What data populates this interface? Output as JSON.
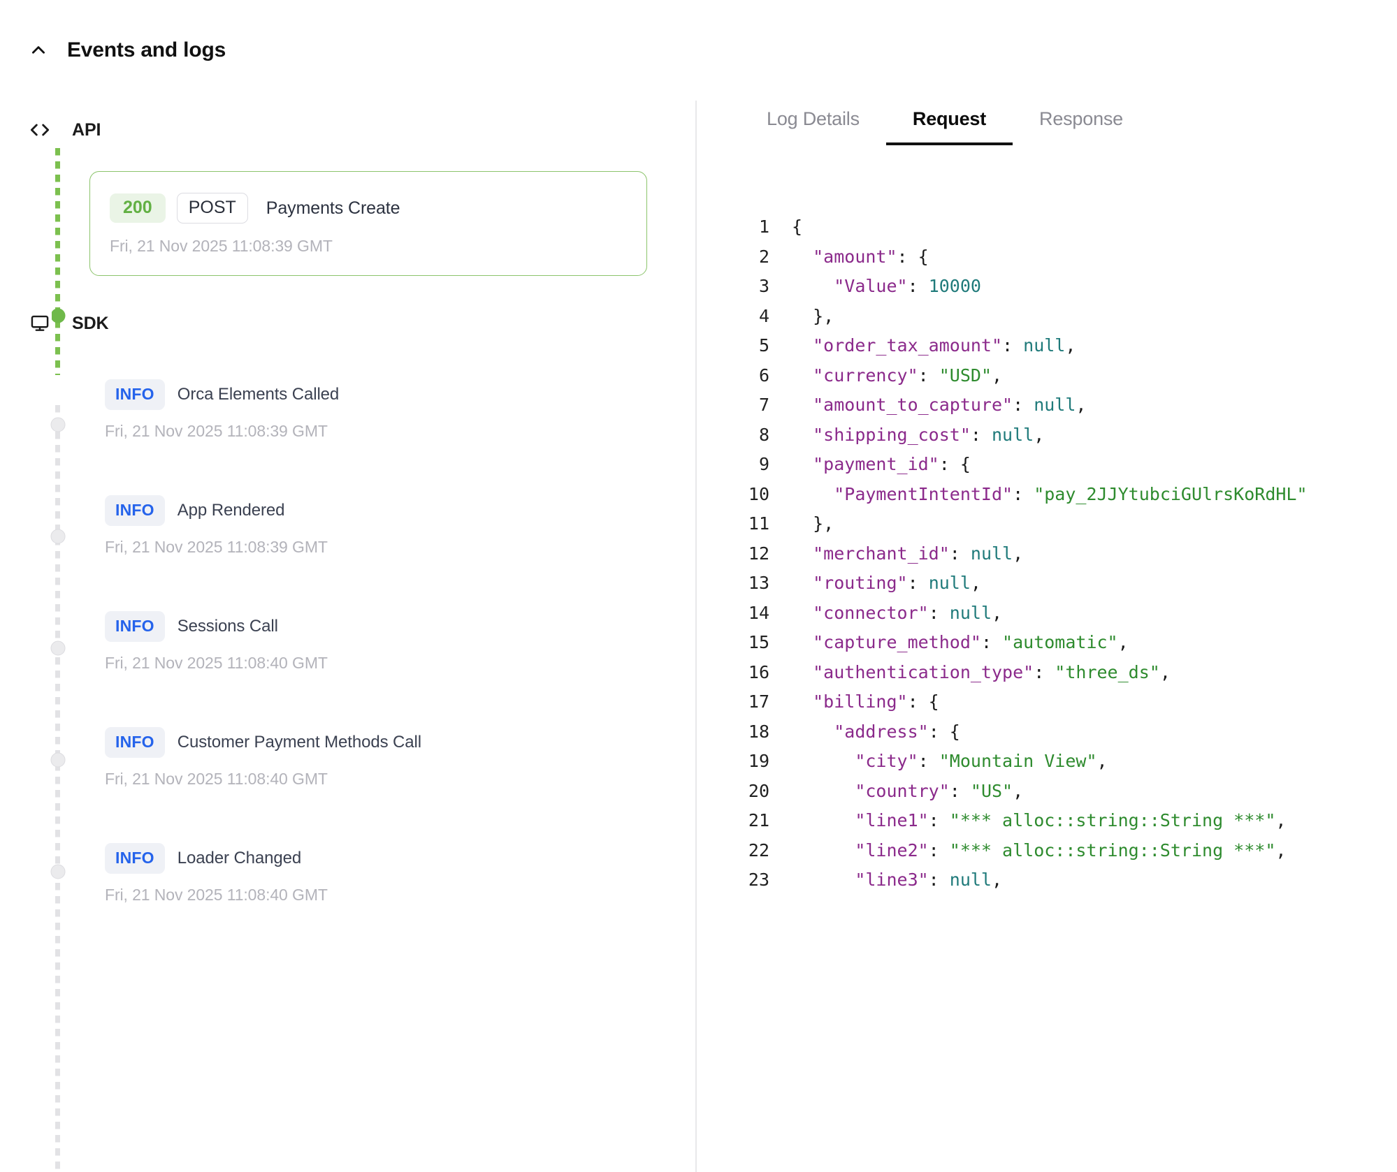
{
  "header": {
    "title": "Events and logs",
    "collapse_icon": "chevron-up-icon"
  },
  "timeline": {
    "groups": [
      {
        "id": "api",
        "label": "API",
        "icon": "code-brackets-icon",
        "rail_color": "#7cc04f",
        "entries": [
          {
            "status": "200",
            "method": "POST",
            "name": "Payments Create",
            "timestamp": "Fri, 21 Nov 2025 11:08:39 GMT",
            "selected": true,
            "dot_color": "#6fb94a"
          }
        ]
      },
      {
        "id": "sdk",
        "label": "SDK",
        "icon": "monitor-icon",
        "rail_color": "#e2e2e5",
        "entries": [
          {
            "level": "INFO",
            "name": "Orca Elements Called",
            "timestamp": "Fri, 21 Nov 2025 11:08:39 GMT"
          },
          {
            "level": "INFO",
            "name": "App Rendered",
            "timestamp": "Fri, 21 Nov 2025 11:08:39 GMT"
          },
          {
            "level": "INFO",
            "name": "Sessions Call",
            "timestamp": "Fri, 21 Nov 2025 11:08:40 GMT"
          },
          {
            "level": "INFO",
            "name": "Customer Payment Methods Call",
            "timestamp": "Fri, 21 Nov 2025 11:08:40 GMT"
          },
          {
            "level": "INFO",
            "name": "Loader Changed",
            "timestamp": "Fri, 21 Nov 2025 11:08:40 GMT"
          }
        ]
      }
    ]
  },
  "details": {
    "tabs": [
      {
        "label": "Log Details",
        "active": false
      },
      {
        "label": "Request",
        "active": true
      },
      {
        "label": "Response",
        "active": false
      }
    ],
    "code": {
      "language": "json",
      "lines": [
        {
          "n": "1",
          "tokens": [
            {
              "t": "punct",
              "v": "{"
            }
          ]
        },
        {
          "n": "2",
          "tokens": [
            {
              "t": "punct",
              "v": "  "
            },
            {
              "t": "key",
              "v": "\"amount\""
            },
            {
              "t": "punct",
              "v": ": {"
            }
          ]
        },
        {
          "n": "3",
          "tokens": [
            {
              "t": "punct",
              "v": "    "
            },
            {
              "t": "key",
              "v": "\"Value\""
            },
            {
              "t": "punct",
              "v": ": "
            },
            {
              "t": "num",
              "v": "10000"
            }
          ]
        },
        {
          "n": "4",
          "tokens": [
            {
              "t": "punct",
              "v": "  },"
            }
          ]
        },
        {
          "n": "5",
          "tokens": [
            {
              "t": "punct",
              "v": "  "
            },
            {
              "t": "key",
              "v": "\"order_tax_amount\""
            },
            {
              "t": "punct",
              "v": ": "
            },
            {
              "t": "null",
              "v": "null"
            },
            {
              "t": "punct",
              "v": ","
            }
          ]
        },
        {
          "n": "6",
          "tokens": [
            {
              "t": "punct",
              "v": "  "
            },
            {
              "t": "key",
              "v": "\"currency\""
            },
            {
              "t": "punct",
              "v": ": "
            },
            {
              "t": "str",
              "v": "\"USD\""
            },
            {
              "t": "punct",
              "v": ","
            }
          ]
        },
        {
          "n": "7",
          "tokens": [
            {
              "t": "punct",
              "v": "  "
            },
            {
              "t": "key",
              "v": "\"amount_to_capture\""
            },
            {
              "t": "punct",
              "v": ": "
            },
            {
              "t": "null",
              "v": "null"
            },
            {
              "t": "punct",
              "v": ","
            }
          ]
        },
        {
          "n": "8",
          "tokens": [
            {
              "t": "punct",
              "v": "  "
            },
            {
              "t": "key",
              "v": "\"shipping_cost\""
            },
            {
              "t": "punct",
              "v": ": "
            },
            {
              "t": "null",
              "v": "null"
            },
            {
              "t": "punct",
              "v": ","
            }
          ]
        },
        {
          "n": "9",
          "tokens": [
            {
              "t": "punct",
              "v": "  "
            },
            {
              "t": "key",
              "v": "\"payment_id\""
            },
            {
              "t": "punct",
              "v": ": {"
            }
          ]
        },
        {
          "n": "10",
          "tokens": [
            {
              "t": "punct",
              "v": "    "
            },
            {
              "t": "key",
              "v": "\"PaymentIntentId\""
            },
            {
              "t": "punct",
              "v": ": "
            },
            {
              "t": "str",
              "v": "\"pay_2JJYtubciGUlrsKoRdHL\""
            }
          ]
        },
        {
          "n": "11",
          "tokens": [
            {
              "t": "punct",
              "v": "  },"
            }
          ]
        },
        {
          "n": "12",
          "tokens": [
            {
              "t": "punct",
              "v": "  "
            },
            {
              "t": "key",
              "v": "\"merchant_id\""
            },
            {
              "t": "punct",
              "v": ": "
            },
            {
              "t": "null",
              "v": "null"
            },
            {
              "t": "punct",
              "v": ","
            }
          ]
        },
        {
          "n": "13",
          "tokens": [
            {
              "t": "punct",
              "v": "  "
            },
            {
              "t": "key",
              "v": "\"routing\""
            },
            {
              "t": "punct",
              "v": ": "
            },
            {
              "t": "null",
              "v": "null"
            },
            {
              "t": "punct",
              "v": ","
            }
          ]
        },
        {
          "n": "14",
          "tokens": [
            {
              "t": "punct",
              "v": "  "
            },
            {
              "t": "key",
              "v": "\"connector\""
            },
            {
              "t": "punct",
              "v": ": "
            },
            {
              "t": "null",
              "v": "null"
            },
            {
              "t": "punct",
              "v": ","
            }
          ]
        },
        {
          "n": "15",
          "tokens": [
            {
              "t": "punct",
              "v": "  "
            },
            {
              "t": "key",
              "v": "\"capture_method\""
            },
            {
              "t": "punct",
              "v": ": "
            },
            {
              "t": "str",
              "v": "\"automatic\""
            },
            {
              "t": "punct",
              "v": ","
            }
          ]
        },
        {
          "n": "16",
          "tokens": [
            {
              "t": "punct",
              "v": "  "
            },
            {
              "t": "key",
              "v": "\"authentication_type\""
            },
            {
              "t": "punct",
              "v": ": "
            },
            {
              "t": "str",
              "v": "\"three_ds\""
            },
            {
              "t": "punct",
              "v": ","
            }
          ]
        },
        {
          "n": "17",
          "tokens": [
            {
              "t": "punct",
              "v": "  "
            },
            {
              "t": "key",
              "v": "\"billing\""
            },
            {
              "t": "punct",
              "v": ": {"
            }
          ]
        },
        {
          "n": "18",
          "tokens": [
            {
              "t": "punct",
              "v": "    "
            },
            {
              "t": "key",
              "v": "\"address\""
            },
            {
              "t": "punct",
              "v": ": {"
            }
          ]
        },
        {
          "n": "19",
          "tokens": [
            {
              "t": "punct",
              "v": "      "
            },
            {
              "t": "key",
              "v": "\"city\""
            },
            {
              "t": "punct",
              "v": ": "
            },
            {
              "t": "str",
              "v": "\"Mountain View\""
            },
            {
              "t": "punct",
              "v": ","
            }
          ]
        },
        {
          "n": "20",
          "tokens": [
            {
              "t": "punct",
              "v": "      "
            },
            {
              "t": "key",
              "v": "\"country\""
            },
            {
              "t": "punct",
              "v": ": "
            },
            {
              "t": "str",
              "v": "\"US\""
            },
            {
              "t": "punct",
              "v": ","
            }
          ]
        },
        {
          "n": "21",
          "tokens": [
            {
              "t": "punct",
              "v": "      "
            },
            {
              "t": "key",
              "v": "\"line1\""
            },
            {
              "t": "punct",
              "v": ": "
            },
            {
              "t": "str",
              "v": "\"*** alloc::string::String ***\""
            },
            {
              "t": "punct",
              "v": ","
            }
          ]
        },
        {
          "n": "22",
          "tokens": [
            {
              "t": "punct",
              "v": "      "
            },
            {
              "t": "key",
              "v": "\"line2\""
            },
            {
              "t": "punct",
              "v": ": "
            },
            {
              "t": "str",
              "v": "\"*** alloc::string::String ***\""
            },
            {
              "t": "punct",
              "v": ","
            }
          ]
        },
        {
          "n": "23",
          "tokens": [
            {
              "t": "punct",
              "v": "      "
            },
            {
              "t": "key",
              "v": "\"line3\""
            },
            {
              "t": "punct",
              "v": ": "
            },
            {
              "t": "null",
              "v": "null"
            },
            {
              "t": "punct",
              "v": ","
            }
          ]
        }
      ]
    }
  }
}
